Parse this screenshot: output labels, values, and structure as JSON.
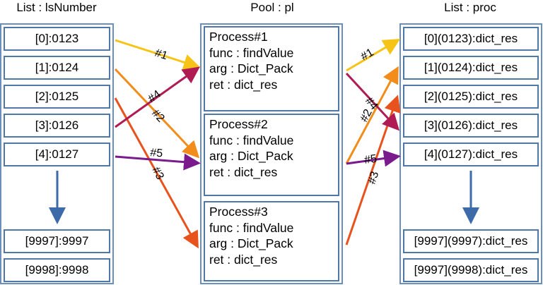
{
  "columns": {
    "left": {
      "title": "List : lsNumber",
      "items": [
        "[0]:0123",
        "[1]:0124",
        "[2]:0125",
        "[3]:0126",
        "[4]:0127"
      ],
      "tail": [
        "[9997]:9997",
        "[9998]:9998"
      ]
    },
    "middle": {
      "title": "Pool : pl",
      "processes": [
        {
          "name": "Process#1",
          "func": "func : findValue",
          "arg": "arg : Dict_Pack",
          "ret": "ret : dict_res"
        },
        {
          "name": "Process#2",
          "func": "func : findValue",
          "arg": "arg : Dict_Pack",
          "ret": "ret : dict_res"
        },
        {
          "name": "Process#3",
          "func": "func : findValue",
          "arg": "arg : Dict_Pack",
          "ret": "ret : dict_res"
        }
      ]
    },
    "right": {
      "title": "List : proc",
      "items": [
        "[0](0123):dict_res",
        "[1](0124):dict_res",
        "[2](0125):dict_res",
        "[3](0126):dict_res",
        "[4](0127):dict_res"
      ],
      "tail": [
        "[9997](9997):dict_res",
        "[9997](9998):dict_res"
      ]
    }
  },
  "arrow_labels": [
    "#1",
    "#2",
    "#3",
    "#4",
    "#5"
  ],
  "colors": {
    "frame": "#6b8fbd",
    "cell_border": "#4f77a8",
    "down_arrow": "#3d6aa8",
    "task1": "#f5c417",
    "task2": "#f28c1a",
    "task3": "#e8521c",
    "task4": "#b01b54",
    "task5": "#7a1a8c"
  }
}
